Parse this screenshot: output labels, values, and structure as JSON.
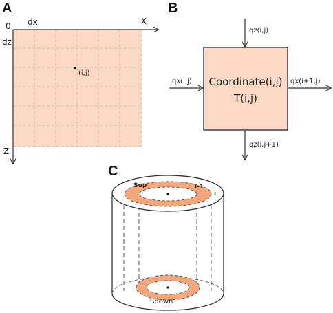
{
  "panel_a": {
    "letter": "A",
    "origin": "0",
    "x_step": "dx",
    "x_axis": "X",
    "z_step": "dz",
    "z_axis": "Z",
    "cell": "(i,j)"
  },
  "panel_b": {
    "letter": "B",
    "in_top": "qz(i,j)",
    "in_left": "qx(i,j)",
    "out_right": "qx(i+1,j)",
    "out_bottom": "qz(i,j+1)",
    "box_line1": "Coordinate(i,j)",
    "box_line2": "T(i,j)"
  },
  "panel_c": {
    "letter": "C",
    "ring_top": "Sup",
    "ring_inner": "i-1",
    "ring_outer": "i",
    "ring_bottom": "Sdown"
  },
  "colors": {
    "fill": "#fbd9c5",
    "ring": "#f4a77b",
    "line": "#333333",
    "grid": "#c9c2bc"
  }
}
